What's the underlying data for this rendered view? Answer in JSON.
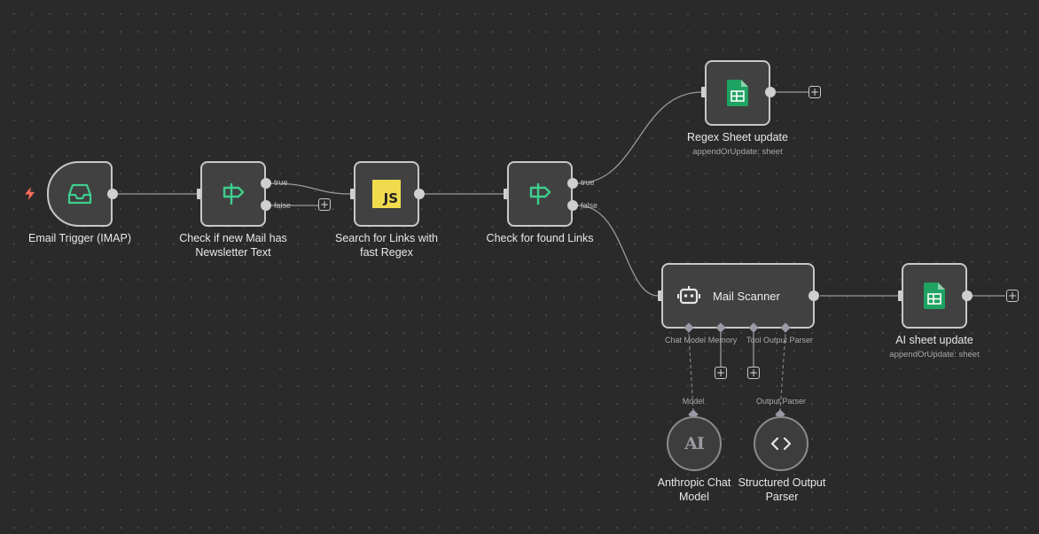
{
  "canvas": {
    "background": "#2a2a2a"
  },
  "nodes": {
    "email_trigger": {
      "label": "Email Trigger (IMAP)",
      "icon": "inbox-icon",
      "color": "#3ecf8e"
    },
    "check_newsletter": {
      "label_lines": [
        "Check if new Mail has",
        "Newsletter Text"
      ],
      "icon": "signpost-icon",
      "outputs": [
        "true",
        "false"
      ]
    },
    "search_links": {
      "label_lines": [
        "Search for Links with",
        "fast Regex"
      ],
      "icon": "js-icon",
      "badge": "JS"
    },
    "check_found": {
      "label": "Check for found Links",
      "icon": "signpost-icon",
      "outputs": [
        "true",
        "false"
      ]
    },
    "regex_sheet": {
      "label": "Regex Sheet update",
      "subtitle": "appendOrUpdate: sheet",
      "icon": "google-sheets-icon"
    },
    "mail_scanner": {
      "label": "Mail Scanner",
      "icon": "robot-icon",
      "slots": [
        "Chat Model",
        "Memory",
        "Tool",
        "Output Parser"
      ]
    },
    "ai_sheet": {
      "label": "AI sheet update",
      "subtitle": "appendOrUpdate: sheet",
      "icon": "google-sheets-icon"
    },
    "anthropic": {
      "label_lines": [
        "Anthropic Chat",
        "Model"
      ],
      "slot_label": "Model",
      "icon": "anthropic-icon",
      "glyph": "AI"
    },
    "output_parser": {
      "label_lines": [
        "Structured Output",
        "Parser"
      ],
      "slot_label": "Output Parser",
      "icon": "code-brackets-icon"
    }
  },
  "colors": {
    "node_border": "#c8c8c8",
    "node_bg": "#414141",
    "edge": "#9a9a9a",
    "trigger_bolt": "#ff6d5a",
    "sheets_green": "#1ea362",
    "js_yellow": "#f0db4f"
  }
}
